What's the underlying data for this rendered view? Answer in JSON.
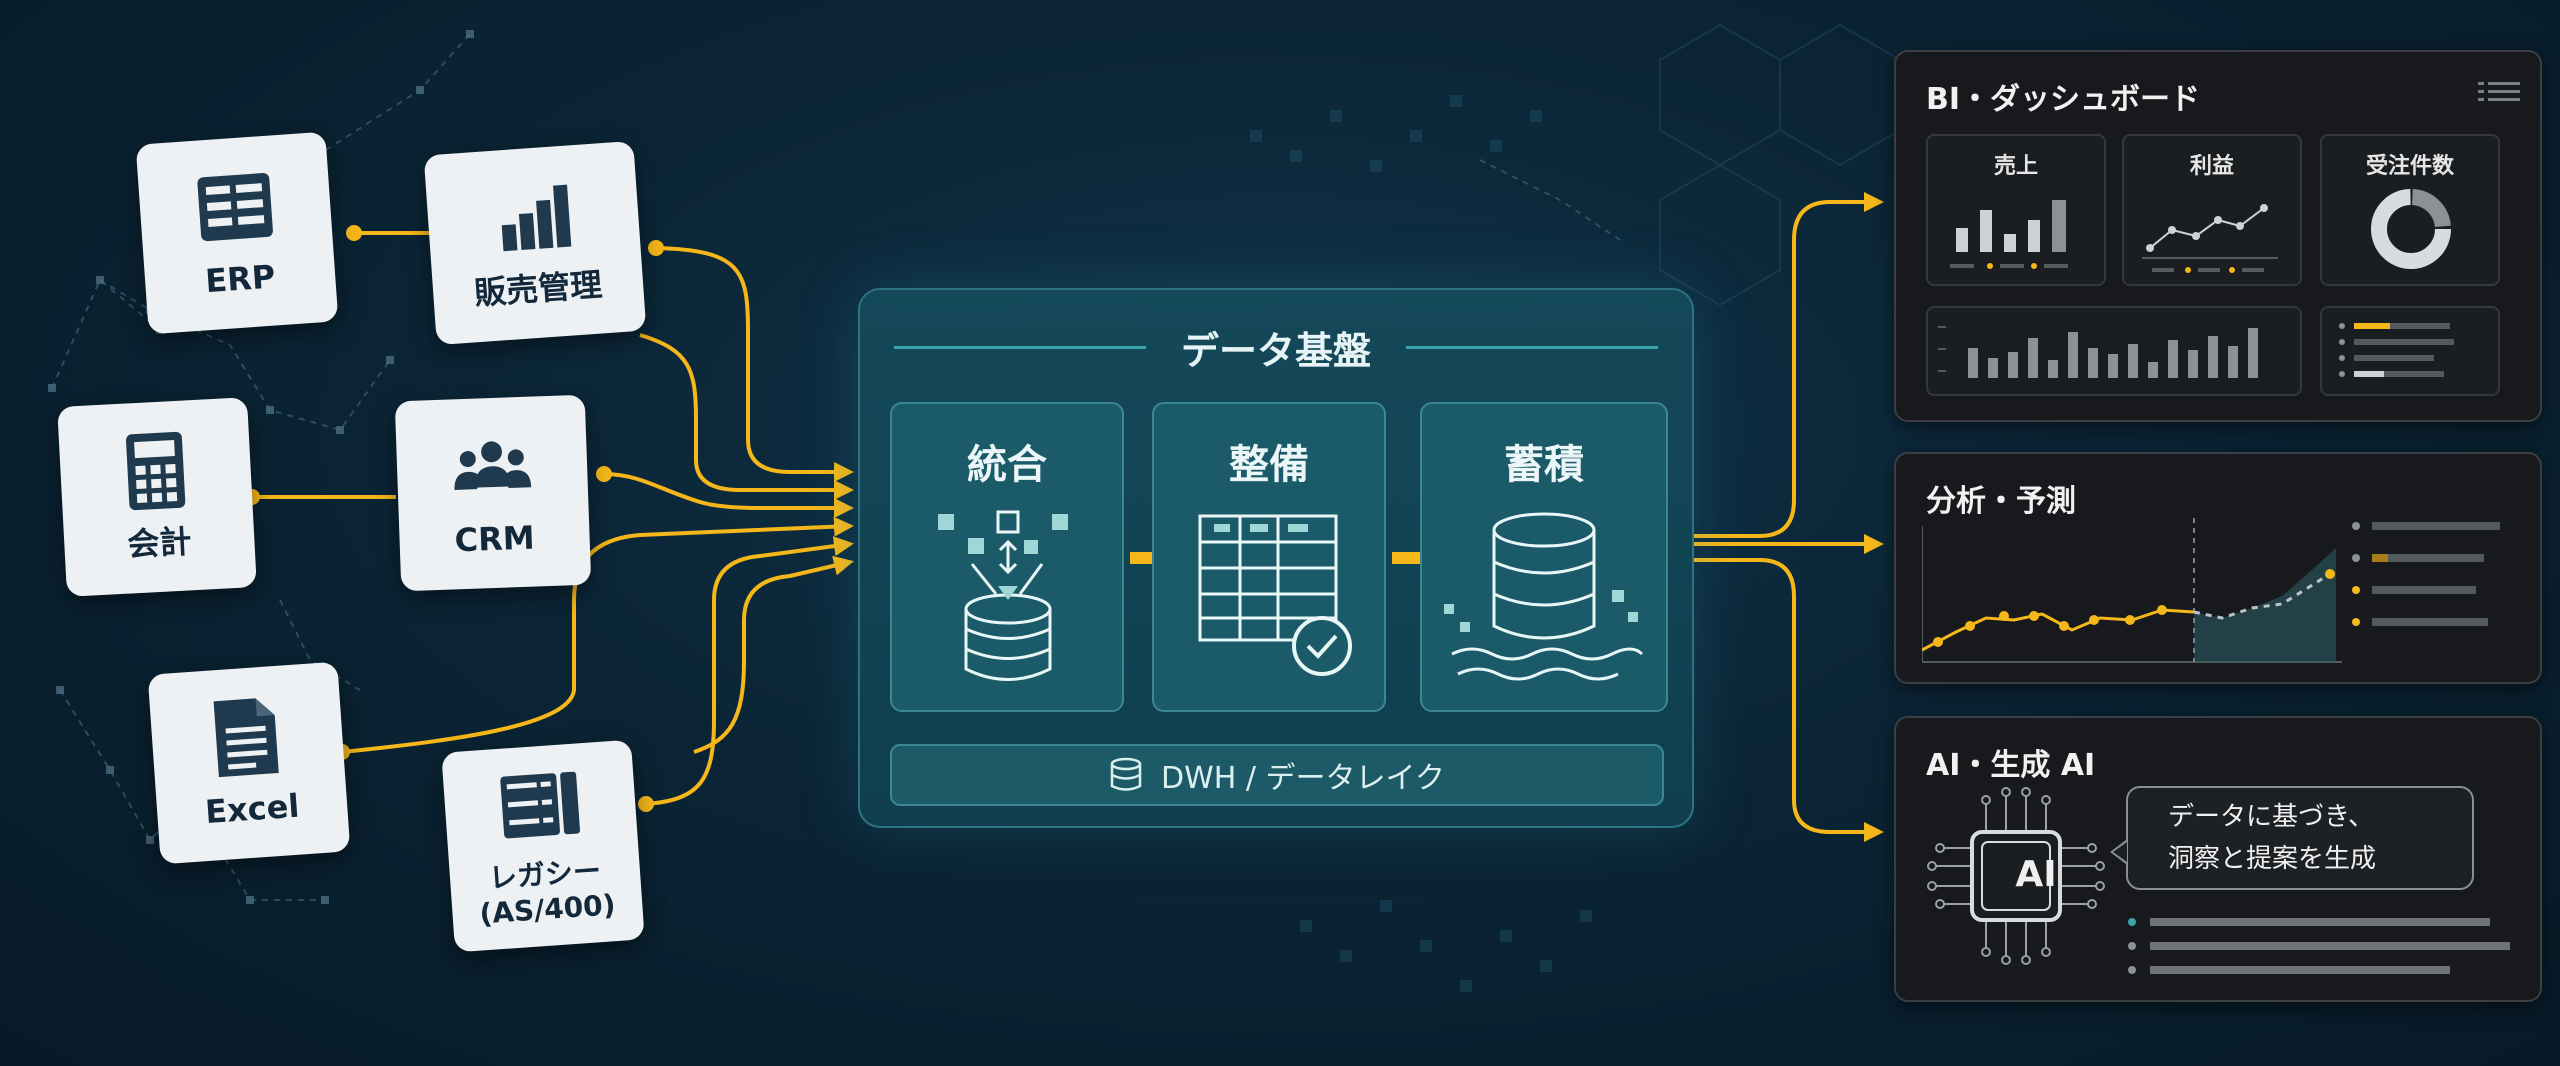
{
  "sources": [
    {
      "label": "ERP",
      "icon": "table-grid-icon"
    },
    {
      "label": "販売管理",
      "icon": "bar-chart-icon"
    },
    {
      "label": "会計",
      "icon": "calculator-icon"
    },
    {
      "label": "CRM",
      "icon": "people-group-icon"
    },
    {
      "label": "Excel",
      "icon": "document-icon"
    },
    {
      "label": "レガシー\n(AS/400)",
      "icon": "server-icon"
    }
  ],
  "hub": {
    "title": "データ基盤",
    "stages": [
      {
        "label": "統合",
        "icon": "merge-database-icon"
      },
      {
        "label": "整備",
        "icon": "table-check-icon"
      },
      {
        "label": "蓄積",
        "icon": "data-lake-icon"
      }
    ],
    "storage": {
      "label": "DWH / データレイク",
      "icon": "database-icon"
    }
  },
  "outputs": {
    "bi": {
      "title": "BI・ダッシュボード",
      "tiles": [
        "売上",
        "利益",
        "受注件数"
      ]
    },
    "analysis": {
      "title": "分析・予測"
    },
    "ai": {
      "title": "AI・生成 AI",
      "chip_label": "AI",
      "bubble_line1": "データに基づき、",
      "bubble_line2": "洞察と提案を生成"
    }
  },
  "colors": {
    "accent": "#f5b719",
    "teal": "#3aa3ad",
    "card": "#eef1f3",
    "panel": "#17191c"
  }
}
